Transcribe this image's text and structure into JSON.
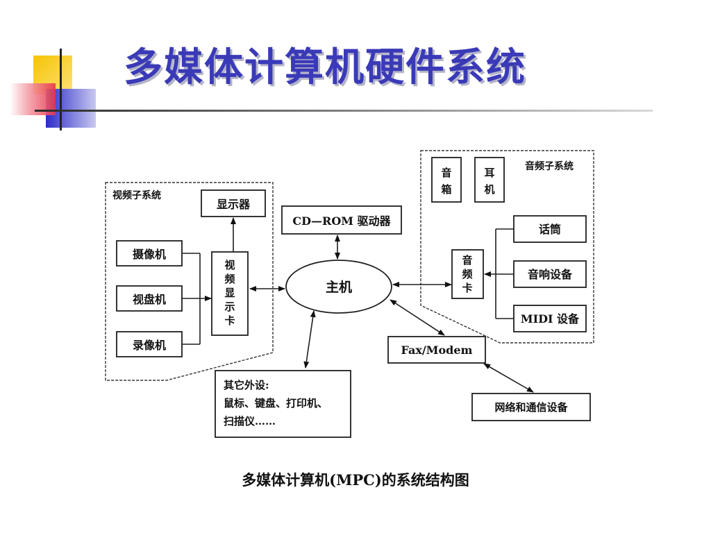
{
  "slide": {
    "title": "多媒体计算机硬件系统",
    "caption": "多媒体计算机(MPC)的系统结构图"
  },
  "diagram": {
    "video_subsystem": {
      "label": "视频子系统",
      "display": "显示器",
      "camera": "摄像机",
      "video_disc": "视盘机",
      "vcr": "录像机",
      "video_card": [
        "视",
        "频",
        "显",
        "示",
        "卡"
      ]
    },
    "host": "主机",
    "cdrom": "CD—ROM 驱动器",
    "audio_subsystem": {
      "label": "音频子系统",
      "speaker": [
        "音",
        "箱"
      ],
      "headphone": [
        "耳",
        "机"
      ],
      "microphone": "话筒",
      "audio_device": "音响设备",
      "midi": "MIDI 设备",
      "sound_card": [
        "音",
        "频",
        "卡"
      ]
    },
    "fax_modem": "Fax/Modem",
    "network": "网络和通信设备",
    "peripherals": {
      "line1": "其它外设:",
      "line2": "鼠标、键盘、打印机、",
      "line3": "扫描仪……"
    }
  },
  "colors": {
    "title": "#3a3ab8",
    "deco_yellow": "#f5c400",
    "deco_red": "#e8344a",
    "deco_blue": "#3a3ad0"
  }
}
